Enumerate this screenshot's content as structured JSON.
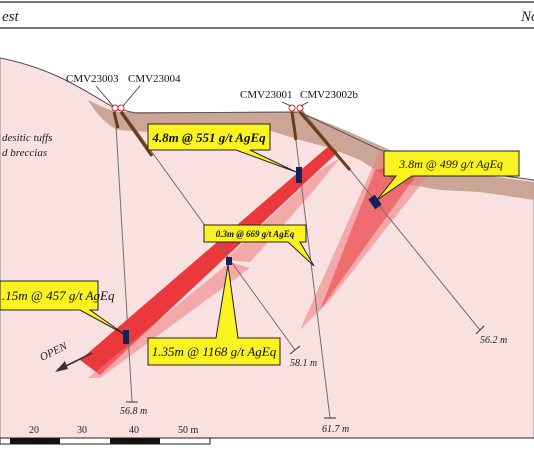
{
  "section": {
    "left_direction": "est",
    "right_direction": "No"
  },
  "lithology_label": [
    "desitic tuffs",
    "d breccias"
  ],
  "open_label": "OPEN",
  "drill_holes": [
    {
      "id": "CMV23003",
      "depth": "56.8 m"
    },
    {
      "id": "CMV23004",
      "depth": "58.1 m"
    },
    {
      "id": "CMV23001",
      "depth": "61.7 m"
    },
    {
      "id": "CMV23002b",
      "depth": "56.2 m"
    }
  ],
  "intercepts": [
    {
      "key": "i1",
      "text": "4.8m @ 551 g/t AgEq"
    },
    {
      "key": "i2",
      "text": "3.8m @ 499 g/t AgEq"
    },
    {
      "key": "i3",
      "text": "0.3m @ 669 g/t AgEq"
    },
    {
      "key": "i4",
      "text": ".15m @ 457 g/t AgEq"
    },
    {
      "key": "i5",
      "text": "1.35m @ 1168 g/t AgEq"
    }
  ],
  "scale_bar": {
    "ticks": [
      "20",
      "30",
      "40",
      "50 m"
    ]
  },
  "colors": {
    "host_rock": "#f9e1e1",
    "cover": "#c8a191",
    "vein": "#e8262b",
    "callout": "#fbf320",
    "drill_line": "#6e6e6e"
  }
}
